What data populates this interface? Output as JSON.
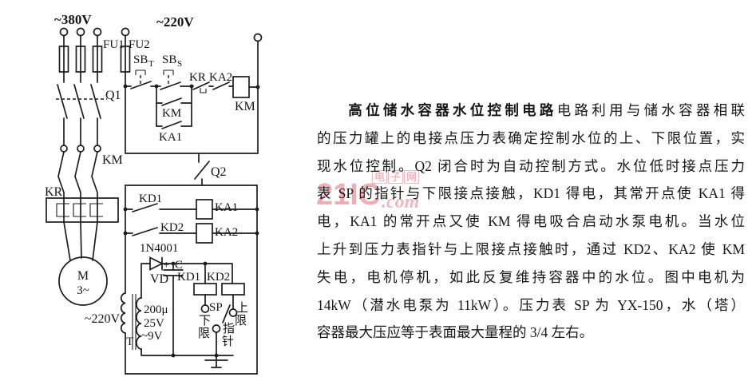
{
  "circuit": {
    "labels": {
      "v380": "~380V",
      "v220_top": "~220V",
      "fu1": "FU1",
      "fu2": "FU2",
      "sb1": "SB",
      "sb1_sub": "T",
      "sb2": "SB",
      "sb2_sub": "S",
      "q1": "Q1",
      "km_contacts": "KM",
      "kr_relay": "KR",
      "kr_contact": "KR",
      "ka2_contact": "KA2",
      "km_coil": "KM",
      "km_aux": "KM",
      "ka1_aux": "KA1",
      "q2": "Q2",
      "kd1_contact": "KD1",
      "ka1_coil": "KA1",
      "kd2_contact": "KD2",
      "ka2_coil": "KA2",
      "diode_model": "1N4001",
      "vd": "VD",
      "cap_plus": "+",
      "cap_c": "C",
      "cap_uf": "200μ",
      "cap_v": "25V",
      "sec_v": "~9V",
      "transformer": "T",
      "v220_bottom": "~220V",
      "kd1_coil": "KD1",
      "kd2_coil": "KD2",
      "sp": "SP",
      "lower_1": "下",
      "lower_2": "限",
      "upper_1": "上",
      "upper_2": "限",
      "pointer_1": "指",
      "pointer_2": "针",
      "motor_m": "M",
      "motor_phase": "3~"
    }
  },
  "description": {
    "line1_title": "高位储水容器水位控制电路",
    "line1_rest": "电路利用与储水容器相联",
    "lines": [
      "的压力罐上的电接点压力表确定控制水位的上、下限位置，实",
      "现水位控制。Q2 闭合时为自动控制方式。水位低时接点压力",
      "表 SP 的指针与下限接点接触，KD1 得电，其常开点使 KA1 得",
      "电，KA1 的常开点又使 KM 得电吸合启动水泵电机。当水位",
      "上升到压力表指针与上限接点接触时，通过 KD2、KA2 使 KM",
      "失电，电机停机，如此反复维持容器中的水位。图中电机为",
      "14kW（潜水电泵为 11kW）。压力表 SP 为 YX-150，水（塔）",
      "容器最大压应等于表面最大量程的 3/4 左右。"
    ]
  },
  "watermark": {
    "brand": "21IC",
    "suffix": ".com",
    "cn_chars": [
      "电",
      "子",
      "网"
    ],
    "color": "#ec99a3"
  }
}
